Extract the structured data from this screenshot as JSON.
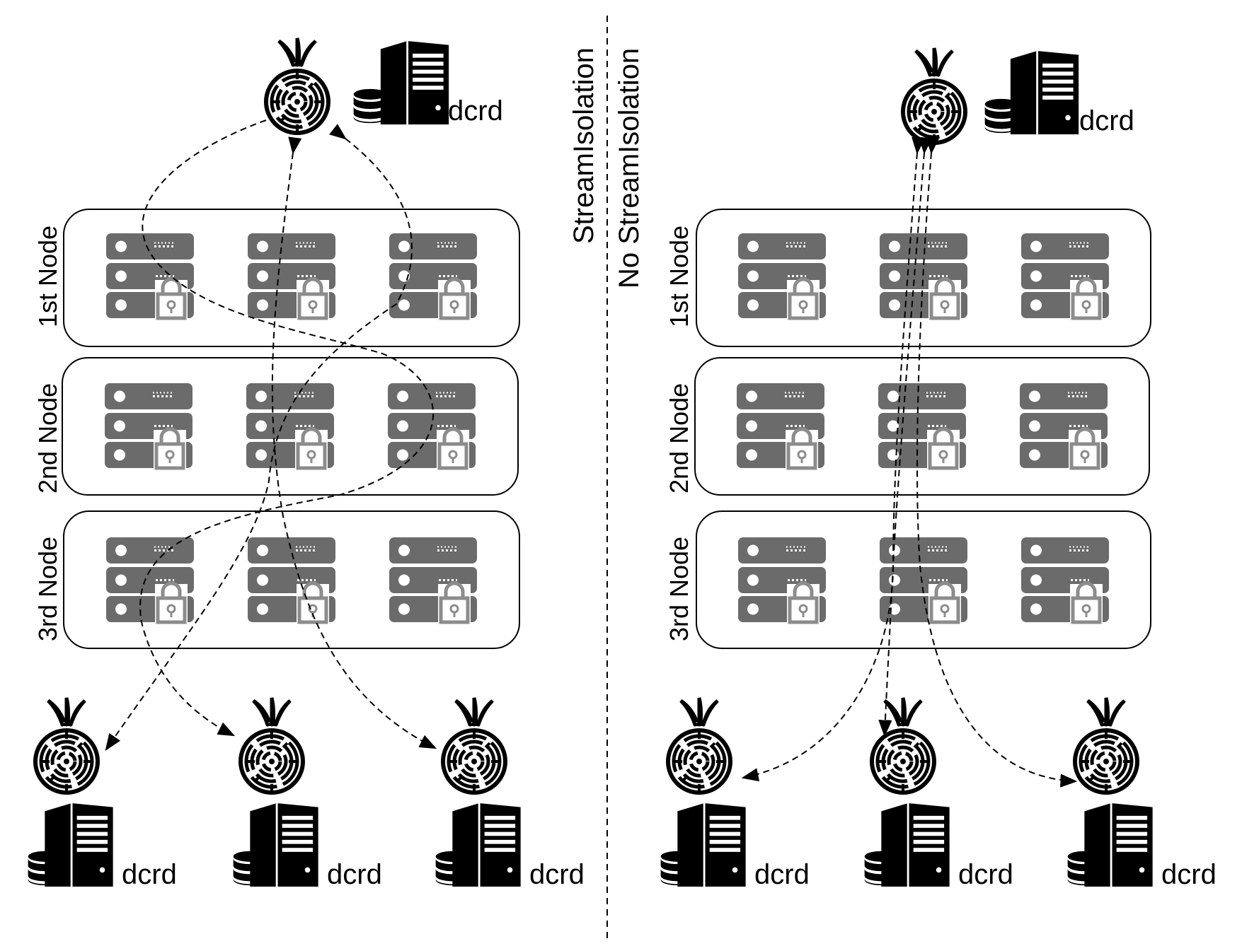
{
  "panels": [
    {
      "caption": "StreamIsolation",
      "source_label": "dcrd",
      "node_labels": [
        "1st Node",
        "2nd Node",
        "3rd Node"
      ],
      "destination_labels": [
        "dcrd",
        "dcrd",
        "dcrd"
      ]
    },
    {
      "caption": "No StreamIsolation",
      "source_label": "dcrd",
      "node_labels": [
        "1st Node",
        "2nd Node",
        "3rd Node"
      ],
      "destination_labels": [
        "dcrd",
        "dcrd",
        "dcrd"
      ]
    }
  ],
  "icons": {
    "relay": "server-lock-icon",
    "onion": "tor-onion-icon",
    "host": "server-tower-icon",
    "database": "database-icon"
  },
  "colors": {
    "relay_fill": "#6b6b6b",
    "relay_lock": "#8c8c8c",
    "ink": "#000000"
  }
}
